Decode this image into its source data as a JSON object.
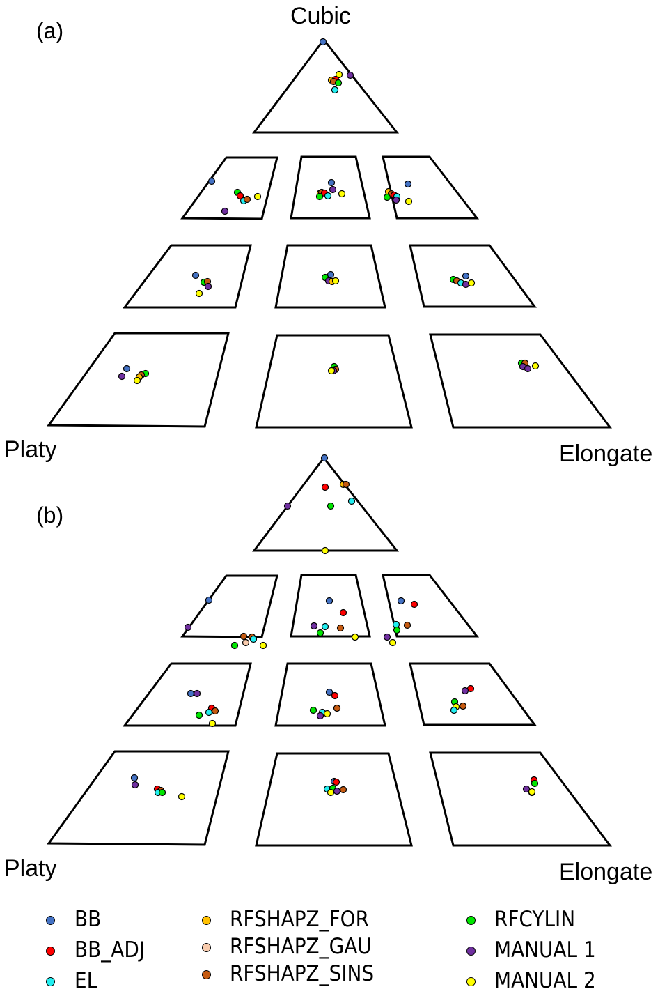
{
  "panels": [
    {
      "tag": "(a)",
      "top_label": "Cubic",
      "left_label": "Platy",
      "right_label": "Elongate"
    },
    {
      "tag": "(b)",
      "left_label": "Platy",
      "right_label": "Elongate"
    }
  ],
  "legend": [
    {
      "name": "BB",
      "color": "#4472c4"
    },
    {
      "name": "BB_ADJ",
      "color": "#ff0000"
    },
    {
      "name": "EL",
      "color": "#22eef0"
    },
    {
      "name": "RFSHAPZ_FOR",
      "color": "#ffc000"
    },
    {
      "name": "RFSHAPZ_GAU",
      "color": "#f8cbad"
    },
    {
      "name": "RFSHAPZ_SINS",
      "color": "#c55a11"
    },
    {
      "name": "RFCYLIN",
      "color": "#00e600"
    },
    {
      "name": "MANUAL 1",
      "color": "#7030a0"
    },
    {
      "name": "MANUAL 2",
      "color": "#ffff00"
    }
  ]
}
